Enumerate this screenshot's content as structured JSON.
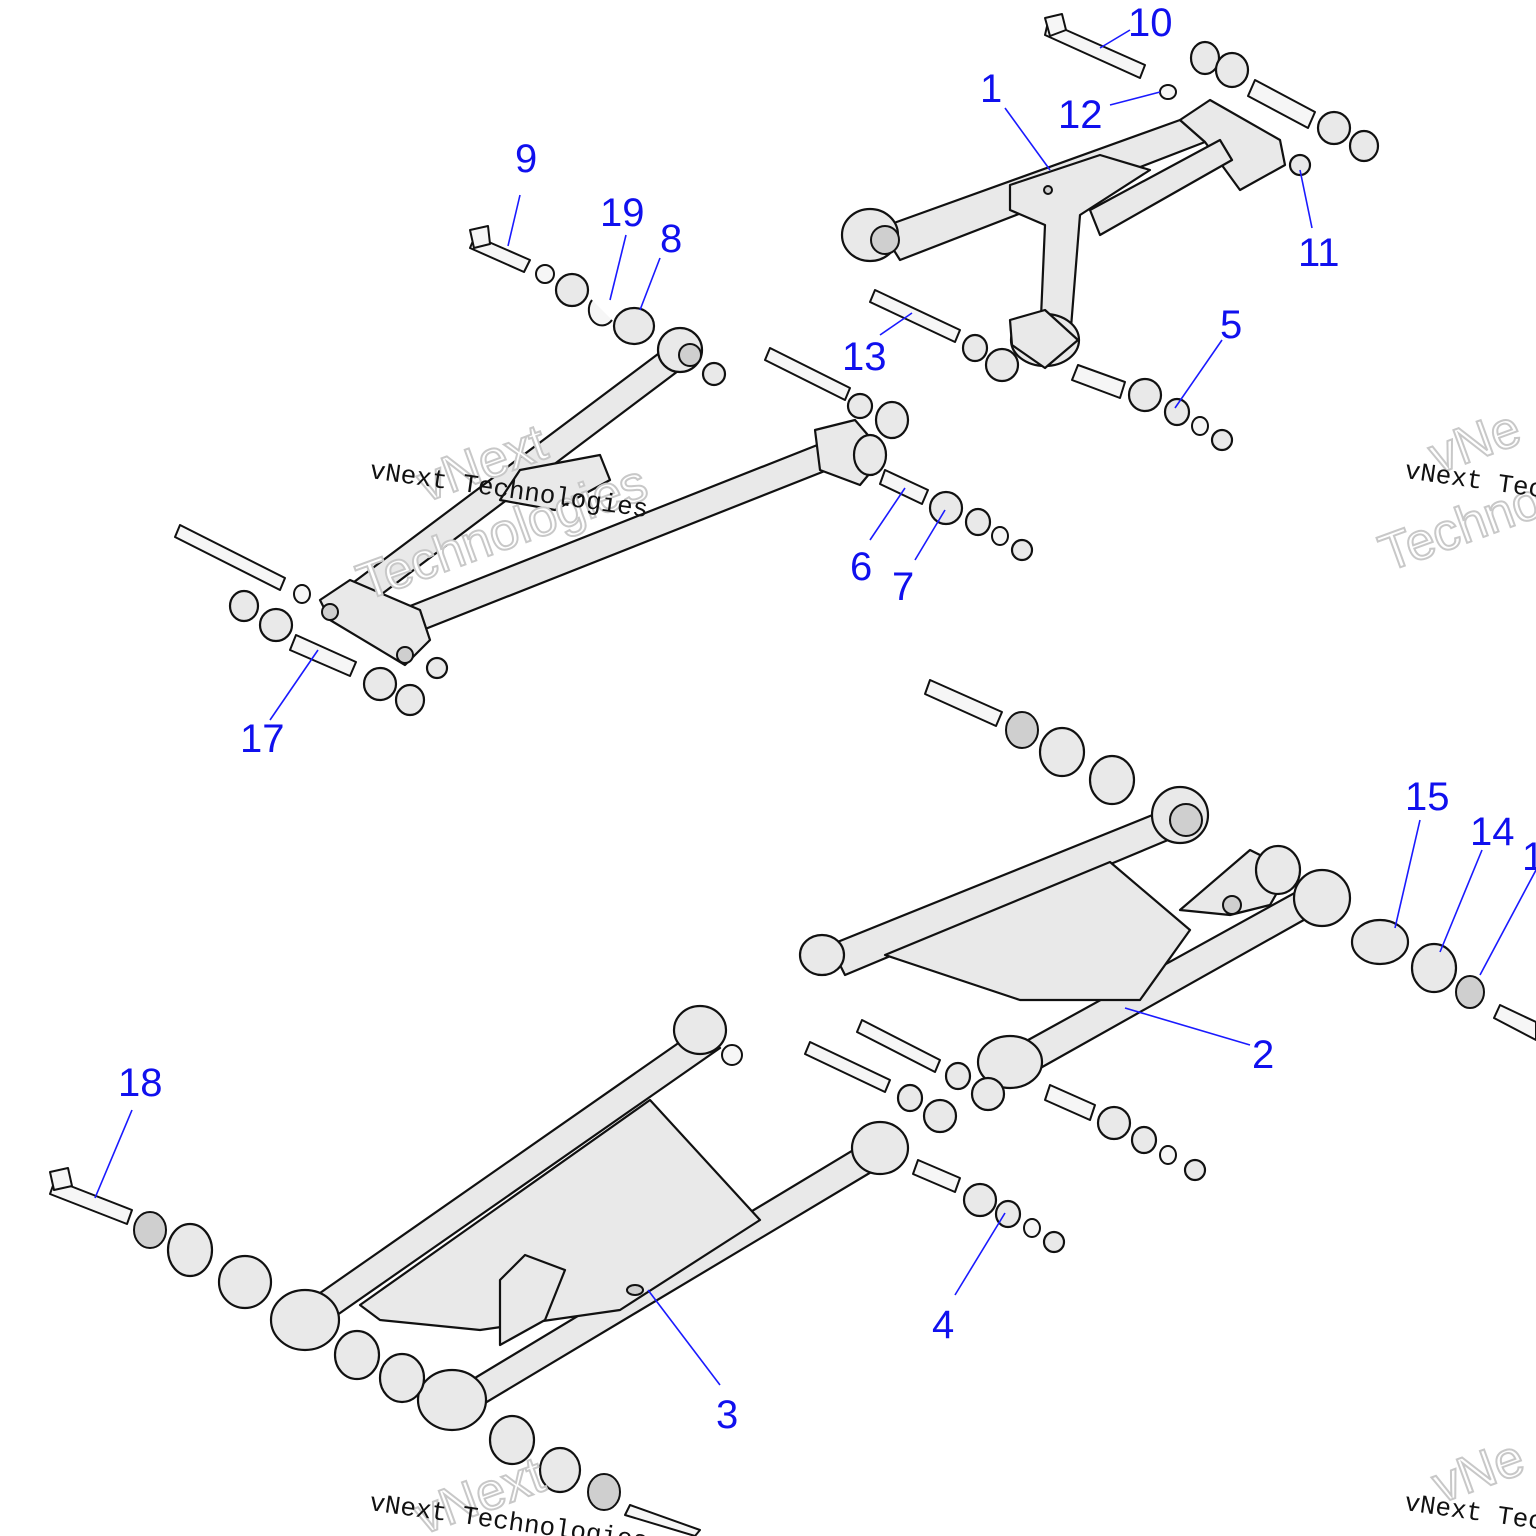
{
  "callouts": [
    {
      "id": "1",
      "label": "1"
    },
    {
      "id": "2",
      "label": "2"
    },
    {
      "id": "3",
      "label": "3"
    },
    {
      "id": "4",
      "label": "4"
    },
    {
      "id": "5",
      "label": "5"
    },
    {
      "id": "6",
      "label": "6"
    },
    {
      "id": "7",
      "label": "7"
    },
    {
      "id": "8",
      "label": "8"
    },
    {
      "id": "9",
      "label": "9"
    },
    {
      "id": "10",
      "label": "10"
    },
    {
      "id": "11",
      "label": "11"
    },
    {
      "id": "12",
      "label": "12"
    },
    {
      "id": "13",
      "label": "13"
    },
    {
      "id": "14",
      "label": "14"
    },
    {
      "id": "15",
      "label": "15"
    },
    {
      "id": "16",
      "label": "1"
    },
    {
      "id": "17",
      "label": "17"
    },
    {
      "id": "18",
      "label": "18"
    },
    {
      "id": "19",
      "label": "19"
    }
  ],
  "watermark": {
    "text": "vNext Technologies",
    "word1": "vNext",
    "word2": "Technologies",
    "word2_partial": "Techno",
    "word1_partial": "vNe"
  },
  "colors": {
    "callout": "#1010ee",
    "leader": "#1a1aff",
    "part_fill": "#e9e9e9",
    "outline": "#111111"
  }
}
